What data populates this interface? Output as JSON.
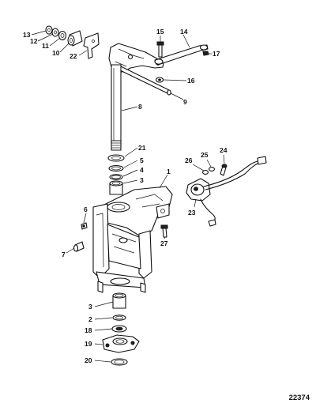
{
  "figure_number": "22374",
  "callouts": {
    "c1": "1",
    "c2": "2",
    "c3a": "3",
    "c3b": "3",
    "c4": "4",
    "c5": "5",
    "c6": "6",
    "c7": "7",
    "c8": "8",
    "c9": "9",
    "c10": "10",
    "c11": "11",
    "c12": "12",
    "c13": "13",
    "c14": "14",
    "c15": "15",
    "c16": "16",
    "c17": "17",
    "c18": "18",
    "c19": "19",
    "c20": "20",
    "c21": "21",
    "c22": "22",
    "c23": "23",
    "c24": "24",
    "c25": "25",
    "c26": "26",
    "c27": "27"
  }
}
